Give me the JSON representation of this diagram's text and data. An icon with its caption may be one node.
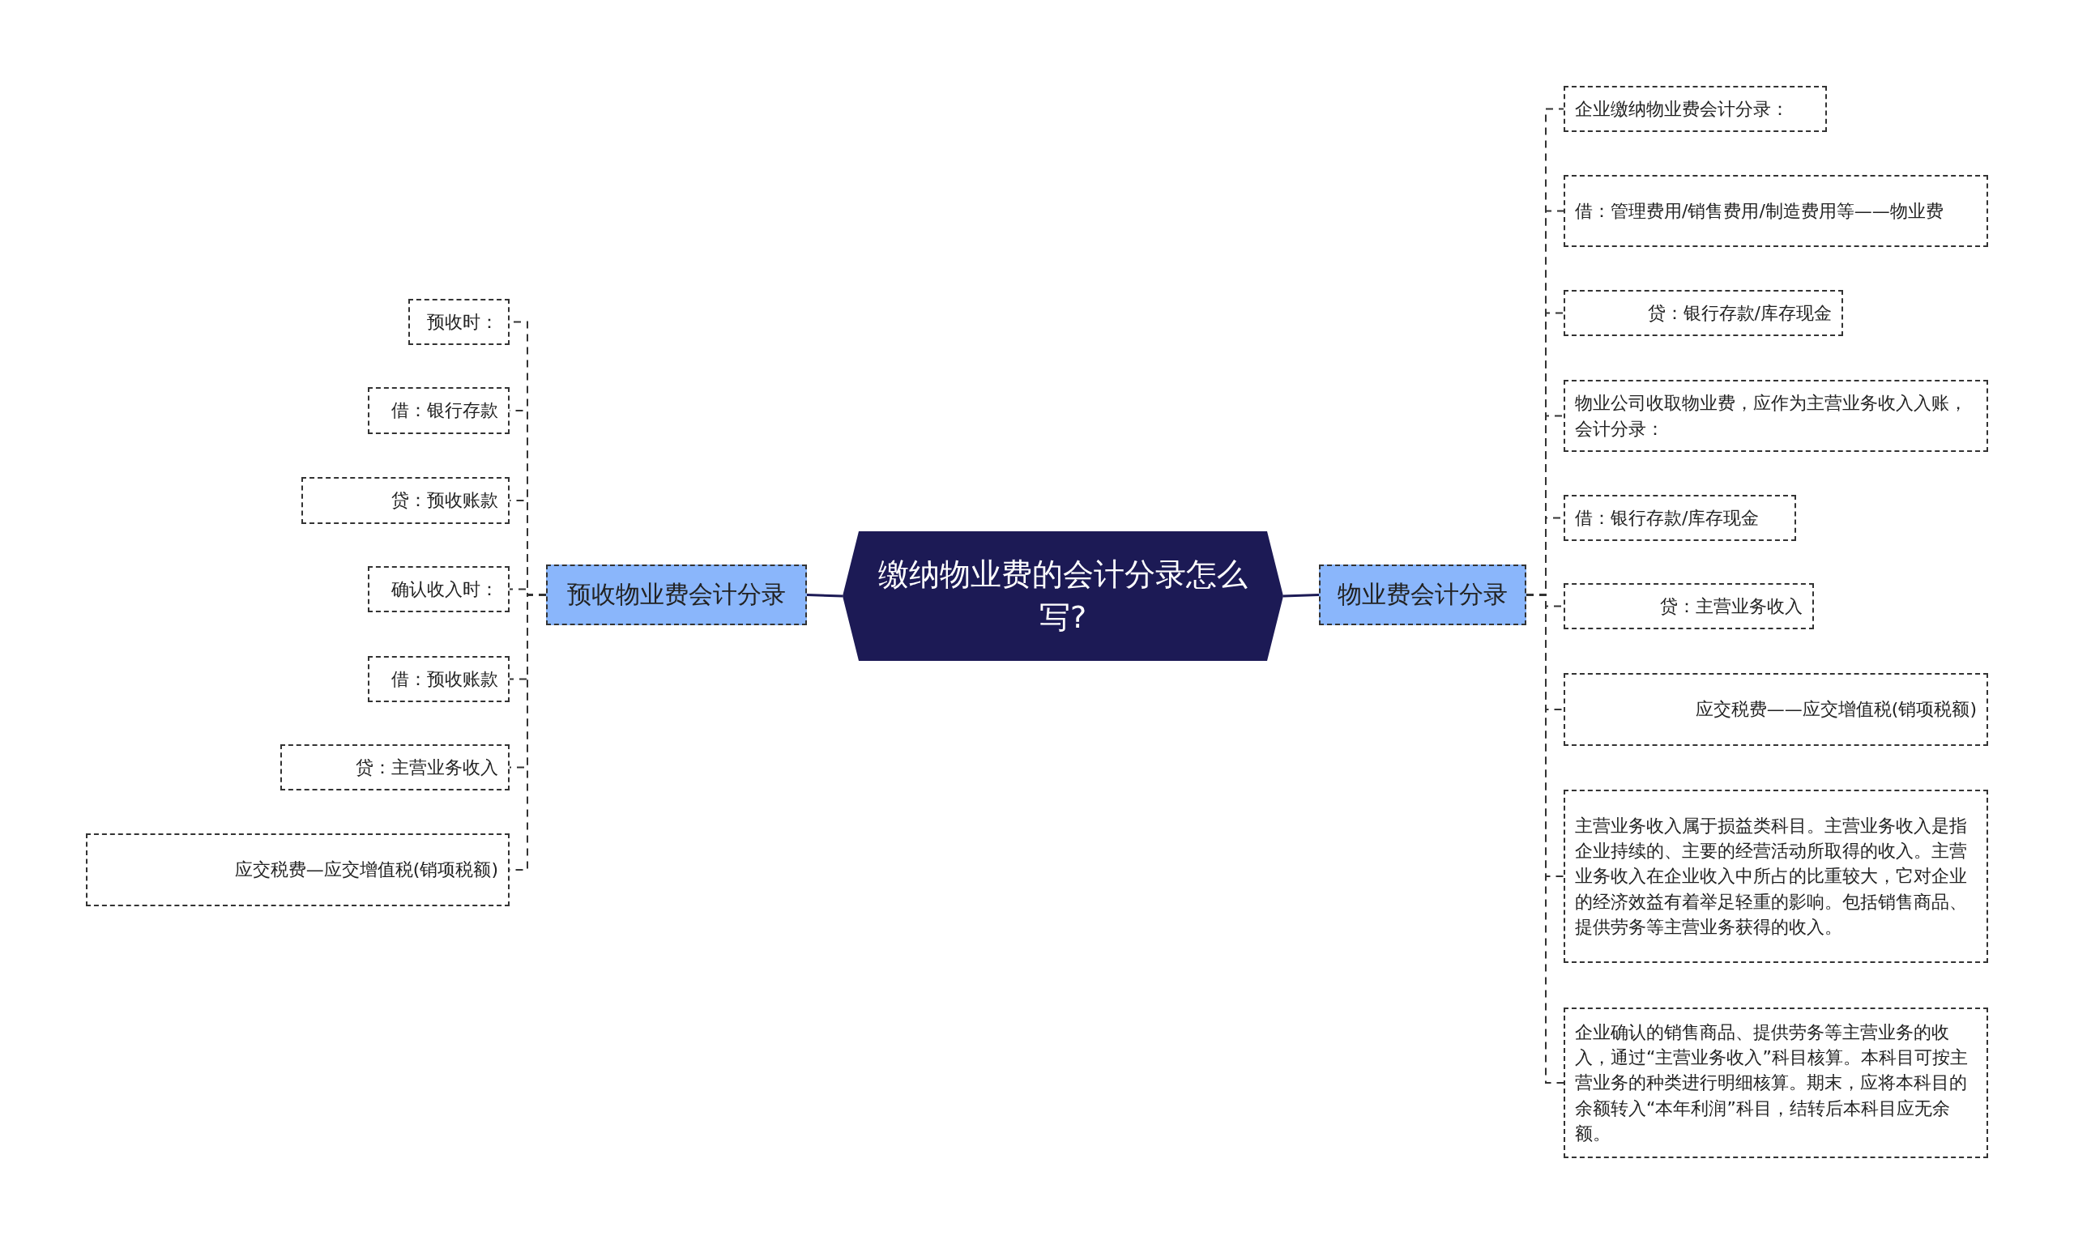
{
  "diagram": {
    "nodes": [
      {
        "text": [
          "缴纳物业费的会计分录怎么写?"
        ]
      },
      {
        "text": [
          "预收物业费会计分录"
        ]
      },
      {
        "text": [
          "预收时："
        ]
      },
      {
        "text": [
          "借：银行存款"
        ]
      },
      {
        "text": [
          "贷：预收账款"
        ]
      },
      {
        "text": [
          "确认收入时："
        ]
      },
      {
        "text": [
          "借：预收账款"
        ]
      },
      {
        "text": [
          "贷：主营业务收入"
        ]
      },
      {
        "text": [
          "应交税费—应交增值税(销项税额)"
        ]
      },
      {
        "text": [
          "物业费会计分录"
        ]
      },
      {
        "text": [
          "企业缴纳物业费会计分录："
        ]
      },
      {
        "text": [
          "借：管理费用/销售费用/制造费用等——物业费"
        ]
      },
      {
        "text": [
          "贷：银行存款/库存现金"
        ]
      },
      {
        "text": [
          "物业公司收取物业费，应作为主营业务收入入账，会计分录："
        ]
      },
      {
        "text": [
          "借：银行存款/库存现金"
        ]
      },
      {
        "text": [
          "贷：主营业务收入"
        ]
      },
      {
        "text": [
          "应交税费——应交增值税(销项税额)"
        ]
      },
      {
        "text": [
          "主营业务收入属于损益类科目。主营业务收入是指企业持续的、主要的经营活动所取得的收入。主营业务收入在企业收入中所占的比重较大，它对企业的经济效益有着举足轻重的影响。包括销售商品、提供劳务等主营业务获得的收入。"
        ]
      },
      {
        "text": [
          "企业确认的销售商品、提供劳务等主营业务的收入，通过“主营业务收入”科目核算。本科目可按主营业务的种类进行明细核算。期末，应将本科目的余额转入“本年利润”科目，结转后本科目应无余额。"
        ]
      }
    ],
    "edges": [
      {
        "from": 0,
        "to": 1,
        "arrow": "none"
      },
      {
        "from": 1,
        "to": 2,
        "arrow": "none",
        "style": "dashed"
      },
      {
        "from": 1,
        "to": 3,
        "arrow": "none",
        "style": "dashed"
      },
      {
        "from": 1,
        "to": 4,
        "arrow": "none",
        "style": "dashed"
      },
      {
        "from": 1,
        "to": 5,
        "arrow": "none",
        "style": "dashed"
      },
      {
        "from": 1,
        "to": 6,
        "arrow": "none",
        "style": "dashed"
      },
      {
        "from": 1,
        "to": 7,
        "arrow": "none",
        "style": "dashed"
      },
      {
        "from": 1,
        "to": 8,
        "arrow": "none",
        "style": "dashed"
      },
      {
        "from": 0,
        "to": 9,
        "arrow": "none"
      },
      {
        "from": 9,
        "to": 10,
        "arrow": "none",
        "style": "dashed"
      },
      {
        "from": 9,
        "to": 11,
        "arrow": "none",
        "style": "dashed"
      },
      {
        "from": 9,
        "to": 12,
        "arrow": "none",
        "style": "dashed"
      },
      {
        "from": 9,
        "to": 13,
        "arrow": "none",
        "style": "dashed"
      },
      {
        "from": 9,
        "to": 14,
        "arrow": "none",
        "style": "dashed"
      },
      {
        "from": 9,
        "to": 15,
        "arrow": "none",
        "style": "dashed"
      },
      {
        "from": 9,
        "to": 16,
        "arrow": "none",
        "style": "dashed"
      },
      {
        "from": 9,
        "to": 17,
        "arrow": "none",
        "style": "dashed"
      },
      {
        "from": 9,
        "to": 18,
        "arrow": "none",
        "style": "dashed"
      }
    ]
  }
}
